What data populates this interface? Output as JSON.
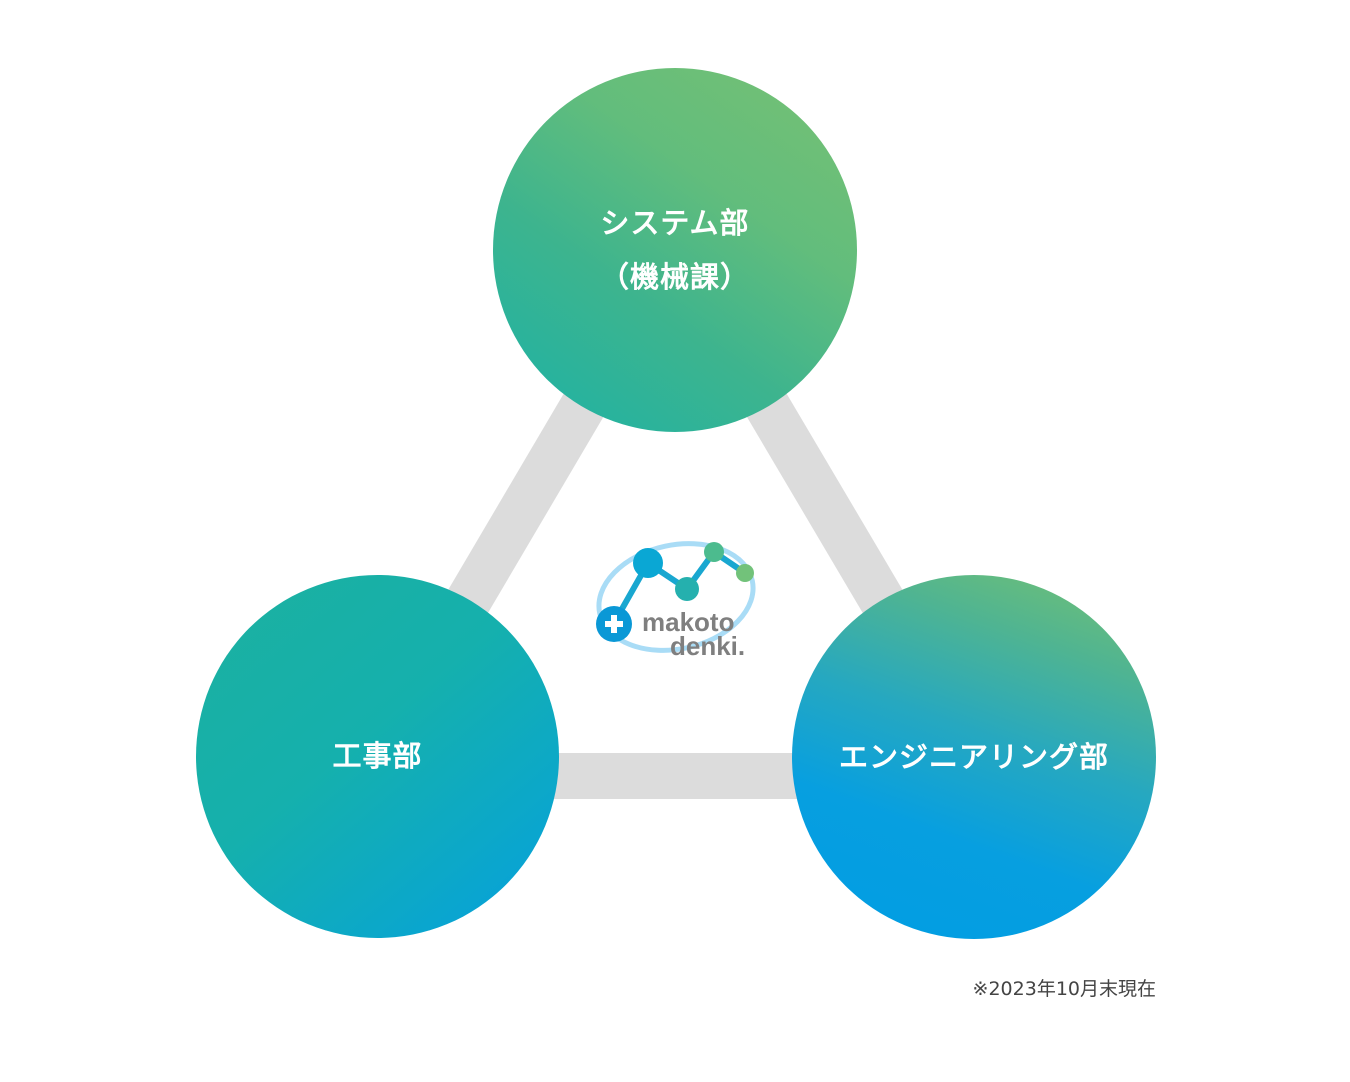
{
  "departments": {
    "top": {
      "name": "システム部",
      "sub": "（機械課）"
    },
    "left": {
      "name": "工事部"
    },
    "right": {
      "name": "エンジニアリング部"
    }
  },
  "logo": {
    "word1": "makoto",
    "word2": "denki."
  },
  "footnote": "※2023年10月末現在",
  "colors": {
    "connector": "#dcdcdc",
    "green": "#78c173",
    "teal": "#1bb2a7",
    "blue": "#009de3",
    "logo_text": "#7f7f7f"
  }
}
